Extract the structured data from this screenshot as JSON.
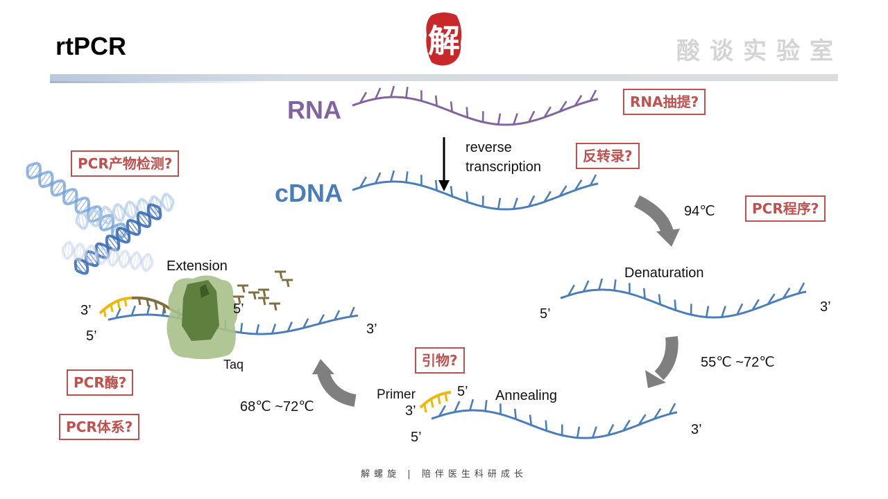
{
  "title": "rtPCR",
  "brand": "酸谈实验室",
  "logo_char": "解",
  "footer": "解螺旋  |  陪伴医生科研成长",
  "diagram": {
    "rna_label": "RNA",
    "cdna_label": "cDNA",
    "rt_label_line1": "reverse",
    "rt_label_line2": "transcription",
    "denaturation_temp": "94℃",
    "denaturation_label": "Denaturation",
    "annealing_temp": "55℃ ~72℃",
    "annealing_label": "Annealing",
    "primer_label": "Primer",
    "extension_temp": "68℃ ~72℃",
    "extension_label": "Extension",
    "taq_label": "Taq",
    "end_5": "5’",
    "end_3": "3’"
  },
  "questions": {
    "rna_extraction": "RNA抽提?",
    "reverse_transcription": "反转录?",
    "pcr_program": "PCR程序?",
    "primer": "引物?",
    "pcr_enzyme": "PCR酶?",
    "pcr_system": "PCR体系?",
    "pcr_product_detection": "PCR产物检测?"
  },
  "colors": {
    "rna": "#8064a2",
    "dna": "#4a7ebb",
    "primer": "#f0b800",
    "question_border": "#c0504d",
    "arrow_gray": "#7f7f7f",
    "taq_dark": "#5b7b3a",
    "taq_light": "#a9c08a",
    "nucleotide": "#7f6f3f"
  }
}
